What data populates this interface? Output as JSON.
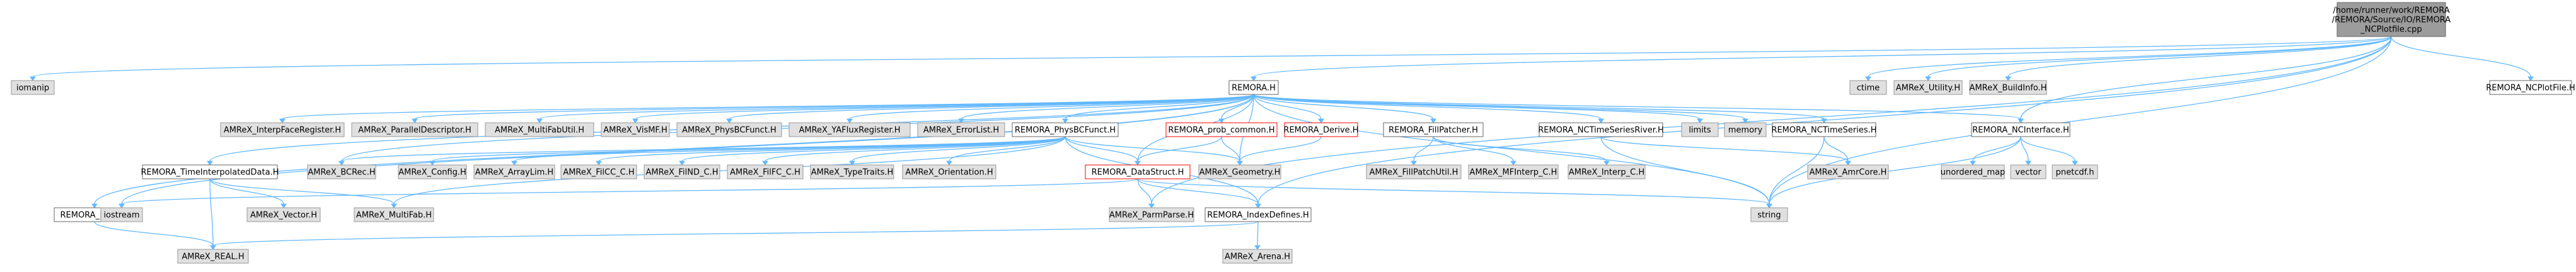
{
  "colors": {
    "root_fill": "#9c9c9c",
    "documented_fill": "#ffffff",
    "documented_stroke": "#666666",
    "external_fill": "#e0e0e0",
    "external_stroke": "#999999",
    "highlight_stroke": "#ff0000",
    "edge": "#63b8ff"
  },
  "nodes": {
    "root": [
      "/home/runner/work/REMORA",
      "/REMORA/Source/IO/REMORA",
      "_NCPlotfile.cpp"
    ],
    "iomanip": "iomanip",
    "ctime": "ctime",
    "amrex_utility": "AMReX_Utility.H",
    "amrex_buildinfo": "AMReX_BuildInfo.H",
    "remora_ncplotfile": "REMORA_NCPlotFile.H",
    "remora_h": "REMORA.H",
    "amrex_interpfacereg": "AMReX_InterpFaceRegister.H",
    "amrex_paralleldesc": "AMReX_ParallelDescriptor.H",
    "amrex_multifabutil": "AMReX_MultiFabUtil.H",
    "amrex_vismf": "AMReX_VisMF.H",
    "amrex_physbcfunct": "AMReX_PhysBCFunct.H",
    "amrex_yafluxreg": "AMReX_YAFluxRegister.H",
    "amrex_errorlist": "AMReX_ErrorList.H",
    "remora_physbcfunct": "REMORA_PhysBCFunct.H",
    "remora_prob_common": "REMORA_prob_common.H",
    "remora_derive": "REMORA_Derive.H",
    "remora_fillpatcher": "REMORA_FillPatcher.H",
    "remora_nctimeseriesriver": "REMORA_NCTimeSeriesRiver.H",
    "limits": "limits",
    "memory": "memory",
    "remora_nctimeseries": "REMORA_NCTimeSeries.H",
    "remora_ncinterface": "REMORA_NCInterface.H",
    "remora_timeinterp": "REMORA_TimeInterpolatedData.H",
    "amrex_bcrec": "AMReX_BCRec.H",
    "amrex_config": "AMReX_Config.H",
    "amrex_arraylim": "AMReX_ArrayLim.H",
    "amrex_filcc_c": "AMReX_FilCC_C.H",
    "amrex_filnd_c": "AMReX_FilND_C.H",
    "amrex_filfc_c": "AMReX_FilFC_C.H",
    "amrex_typetraits": "AMReX_TypeTraits.H",
    "amrex_orientation": "AMReX_Orientation.H",
    "remora_datastruct": "REMORA_DataStruct.H",
    "amrex_geometry": "AMReX_Geometry.H",
    "amrex_fillpatchutil": "AMReX_FillPatchUtil.H",
    "amrex_mfinterp_c": "AMReX_MFInterp_C.H",
    "amrex_interp_c": "AMReX_Interp_C.H",
    "amrex_amrcore": "AMReX_AmrCore.H",
    "unordered_map": "unordered_map",
    "vector": "vector",
    "pnetcdf": "pnetcdf.h",
    "remora_math": "REMORA_Math.H",
    "iostream": "iostream",
    "amrex_vector": "AMReX_Vector.H",
    "amrex_multifab": "AMReX_MultiFab.H",
    "amrex_parmparse": "AMReX_ParmParse.H",
    "remora_indexdefines": "REMORA_IndexDefines.H",
    "string": "string",
    "amrex_real": "AMReX_REAL.H",
    "amrex_arena": "AMReX_Arena.H"
  }
}
